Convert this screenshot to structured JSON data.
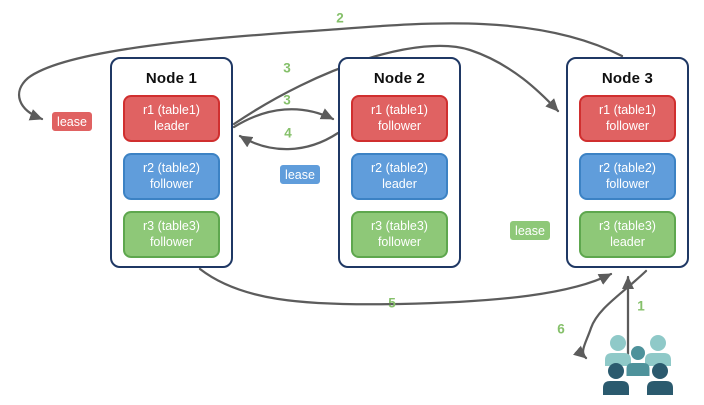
{
  "diagram": {
    "nodes": [
      {
        "title": "Node 1",
        "replicas": [
          {
            "name": "r1 (table1)",
            "role": "leader",
            "color": "red"
          },
          {
            "name": "r2 (table2)",
            "role": "follower",
            "color": "blue"
          },
          {
            "name": "r3 (table3)",
            "role": "follower",
            "color": "green"
          }
        ]
      },
      {
        "title": "Node 2",
        "replicas": [
          {
            "name": "r1 (table1)",
            "role": "follower",
            "color": "red"
          },
          {
            "name": "r2 (table2)",
            "role": "leader",
            "color": "blue"
          },
          {
            "name": "r3 (table3)",
            "role": "follower",
            "color": "green"
          }
        ]
      },
      {
        "title": "Node 3",
        "replicas": [
          {
            "name": "r1 (table1)",
            "role": "follower",
            "color": "red"
          },
          {
            "name": "r2 (table2)",
            "role": "follower",
            "color": "blue"
          },
          {
            "name": "r3 (table3)",
            "role": "leader",
            "color": "green"
          }
        ]
      }
    ],
    "leases": [
      {
        "label": "lease",
        "color": "red"
      },
      {
        "label": "lease",
        "color": "blue"
      },
      {
        "label": "lease",
        "color": "green"
      }
    ],
    "arrows": [
      {
        "label": "2",
        "from": "node3-top",
        "to": "red-lease"
      },
      {
        "label": "3",
        "from": "node1-r1",
        "to": "node3-r1"
      },
      {
        "label": "3",
        "from": "node1-r1",
        "to": "node2-r1"
      },
      {
        "label": "4",
        "from": "node2-r1",
        "to": "node1-r1"
      },
      {
        "label": "5",
        "from": "node1-bottom",
        "to": "node3-bottom"
      },
      {
        "label": "6",
        "from": "node3-bottom",
        "to": "clients"
      },
      {
        "label": "1",
        "from": "clients",
        "to": "node3-bottom"
      }
    ],
    "icons": {
      "clients": "users-group-icon"
    },
    "colors": {
      "node-border": "#1f3864",
      "arrow": "#5c5c5c",
      "step-green": "#85c06a",
      "red-fill": "#e06262",
      "red-border": "#d02f2f",
      "blue-fill": "#609ddb",
      "blue-border": "#3c82c4",
      "green-fill": "#8ec878",
      "green-border": "#5ea74e",
      "users-light": "#8fc9c8",
      "users-mid": "#4e929b",
      "users-dark": "#2b5a6e",
      "title-color": "#101010"
    }
  }
}
